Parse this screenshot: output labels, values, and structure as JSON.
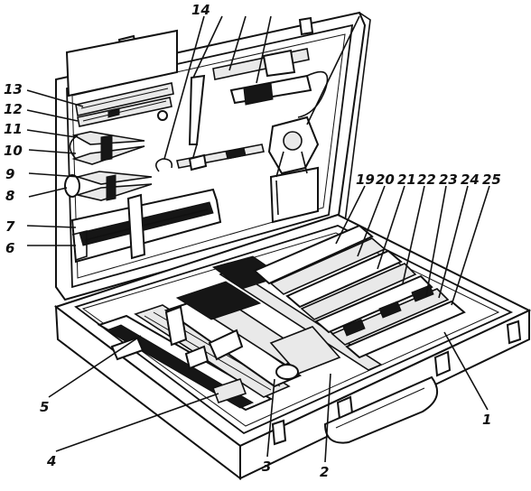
{
  "labels": [
    {
      "id": "1",
      "text": "1"
    },
    {
      "id": "2",
      "text": "2"
    },
    {
      "id": "3",
      "text": "3"
    },
    {
      "id": "4",
      "text": "4"
    },
    {
      "id": "5",
      "text": "5"
    },
    {
      "id": "6",
      "text": "6"
    },
    {
      "id": "7",
      "text": "7"
    },
    {
      "id": "8",
      "text": "8"
    },
    {
      "id": "9",
      "text": "9"
    },
    {
      "id": "10",
      "text": "10"
    },
    {
      "id": "11",
      "text": "11"
    },
    {
      "id": "12",
      "text": "12"
    },
    {
      "id": "13",
      "text": "13"
    },
    {
      "id": "14",
      "text": "14"
    },
    {
      "id": "19",
      "text": "19"
    },
    {
      "id": "20",
      "text": "20"
    },
    {
      "id": "21",
      "text": "21"
    },
    {
      "id": "22",
      "text": "22"
    },
    {
      "id": "23",
      "text": "23"
    },
    {
      "id": "24",
      "text": "24"
    },
    {
      "id": "25",
      "text": "25"
    }
  ]
}
